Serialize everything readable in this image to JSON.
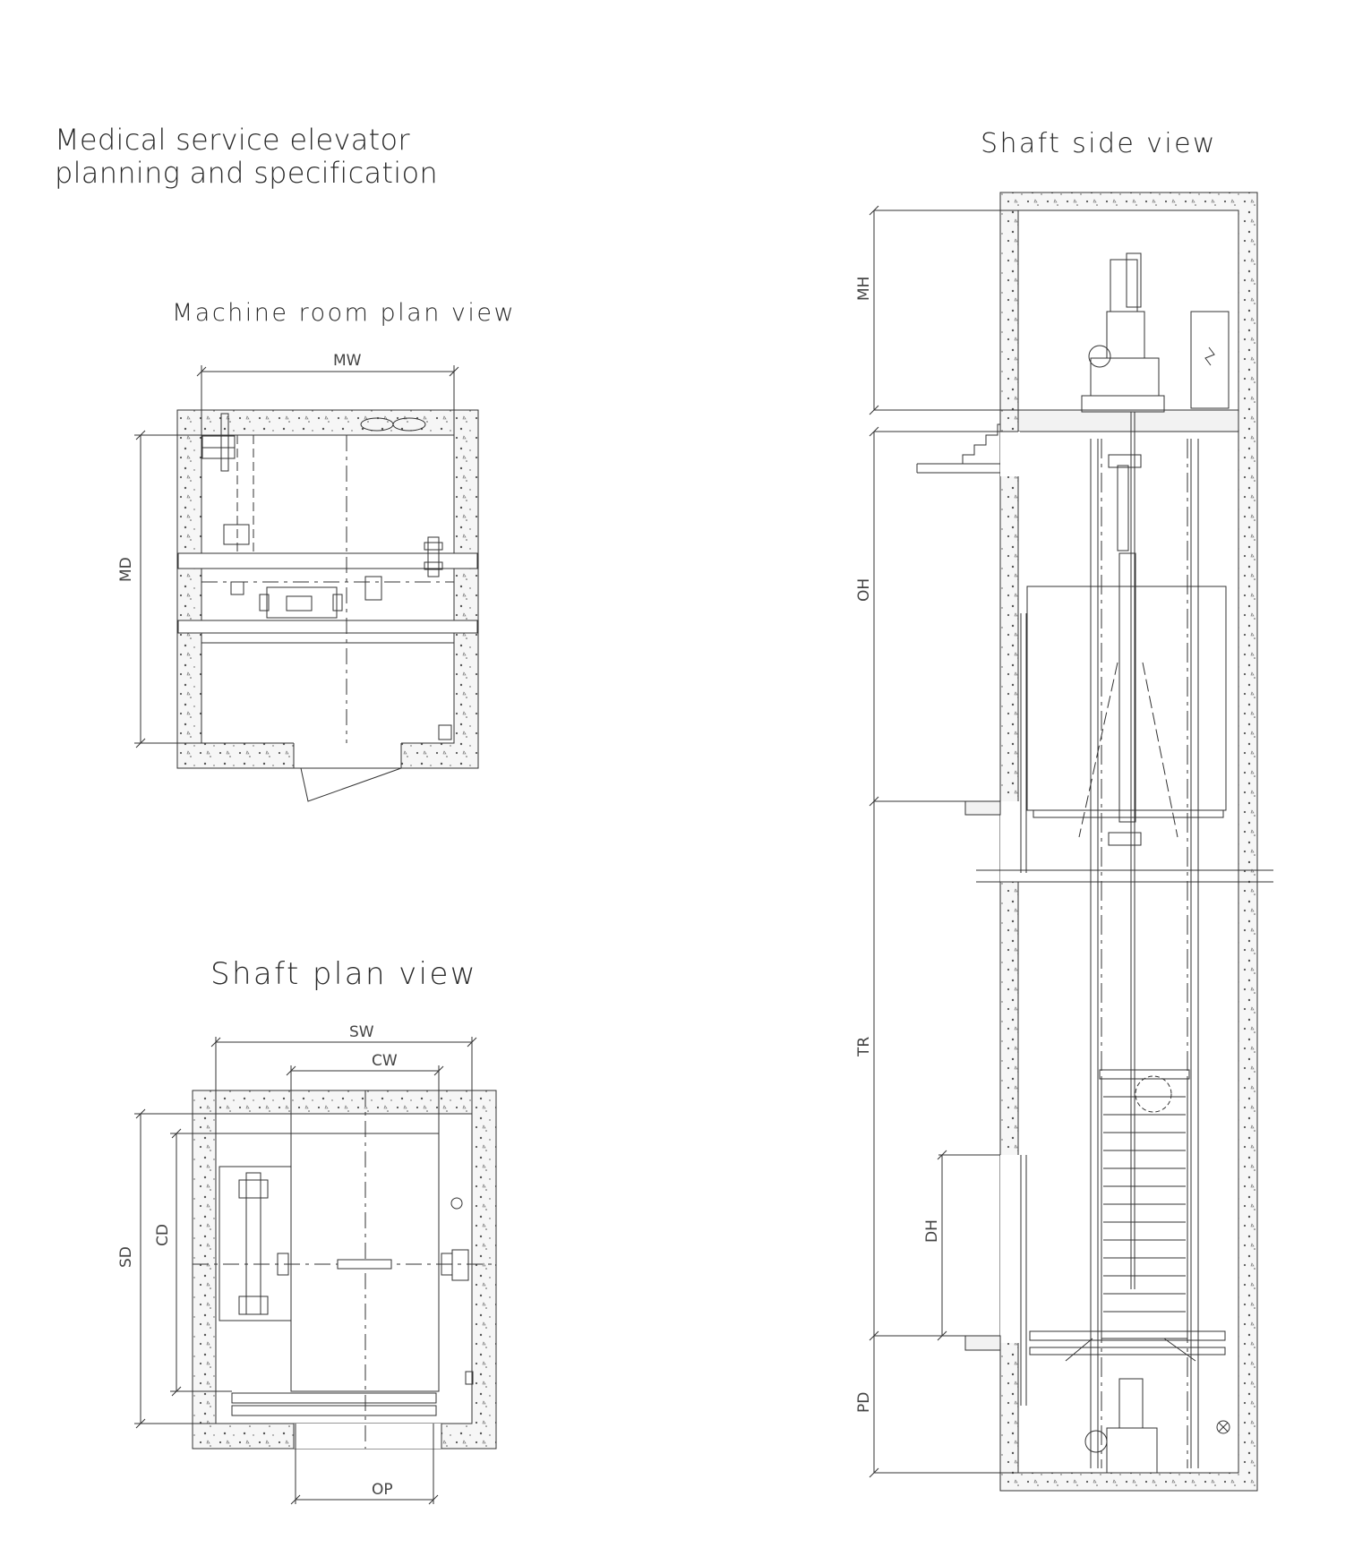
{
  "titles": {
    "main": "Medical service elevator planning and specification",
    "machine_room": "Machine room plan view",
    "shaft_plan": "Shaft plan view",
    "shaft_side": "Shaft side view"
  },
  "dimensions": {
    "machine_room": {
      "width": "MW",
      "depth": "MD"
    },
    "shaft_plan": {
      "shaft_width": "SW",
      "car_width": "CW",
      "shaft_depth": "SD",
      "car_depth": "CD",
      "opening": "OP"
    },
    "shaft_side": {
      "machine_height": "MH",
      "overhead": "OH",
      "travel": "TR",
      "door_height": "DH",
      "pit_depth": "PD"
    }
  },
  "colors": {
    "line": "#333333",
    "concrete": "#f4f4f4",
    "background": "#ffffff"
  }
}
